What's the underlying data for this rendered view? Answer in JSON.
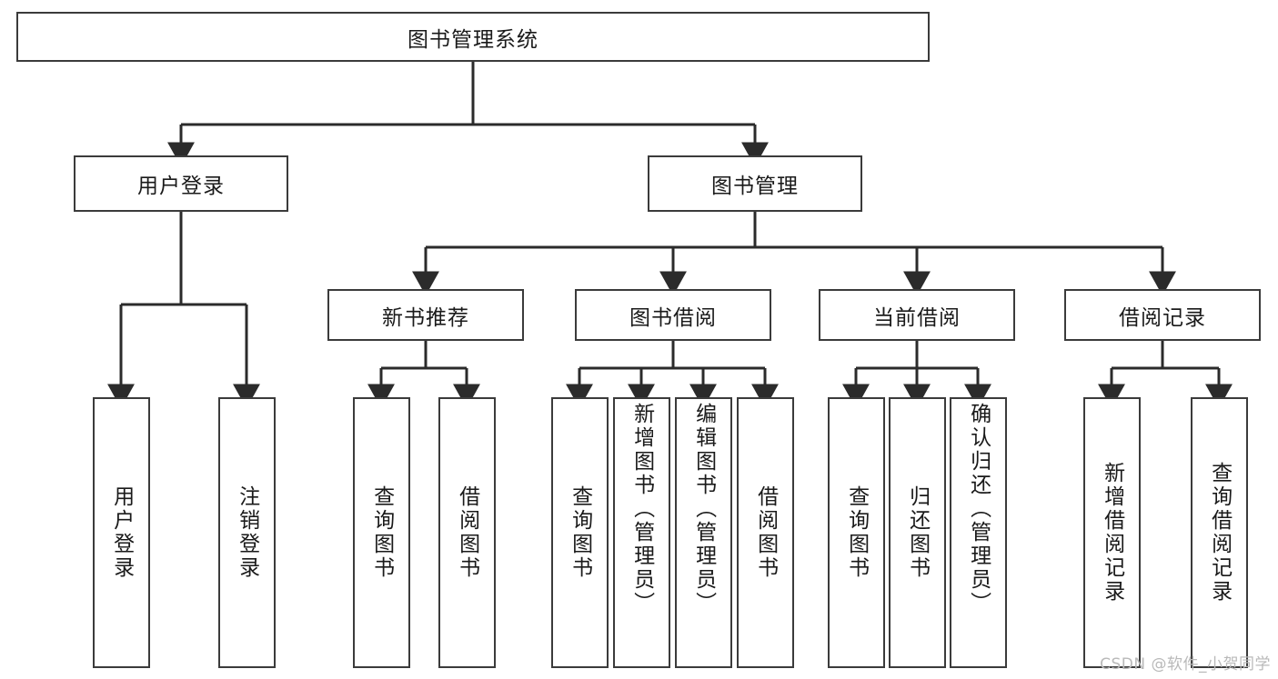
{
  "diagram": {
    "title": "图书管理系统",
    "watermark": "CSDN @软件_小贺同学",
    "colors": {
      "box_border": "#3b3b3b",
      "box_fill": "#ffffff",
      "connector": "#2b2b2b",
      "text": "#1a1a1a",
      "watermark": "#b9b9b9",
      "background": "#ffffff"
    },
    "root": {
      "label": "图书管理系统"
    },
    "level1": [
      {
        "label": "用户登录"
      },
      {
        "label": "图书管理"
      }
    ],
    "level2": [
      {
        "label": "新书推荐"
      },
      {
        "label": "图书借阅"
      },
      {
        "label": "当前借阅"
      },
      {
        "label": "借阅记录"
      }
    ],
    "leaves": {
      "user_login": [
        {
          "label": "用户登录"
        },
        {
          "label": "注销登录"
        }
      ],
      "new_book_recommend": [
        {
          "label": "查询图书"
        },
        {
          "label": "借阅图书"
        }
      ],
      "book_borrow": [
        {
          "label": "查询图书"
        },
        {
          "label": "新增图书（管理员）"
        },
        {
          "label": "编辑图书（管理员）"
        },
        {
          "label": "借阅图书"
        }
      ],
      "current_borrow": [
        {
          "label": "查询图书"
        },
        {
          "label": "归还图书"
        },
        {
          "label": "确认归还（管理员）"
        }
      ],
      "borrow_record": [
        {
          "label": "新增借阅记录"
        },
        {
          "label": "查询借阅记录"
        }
      ]
    }
  }
}
